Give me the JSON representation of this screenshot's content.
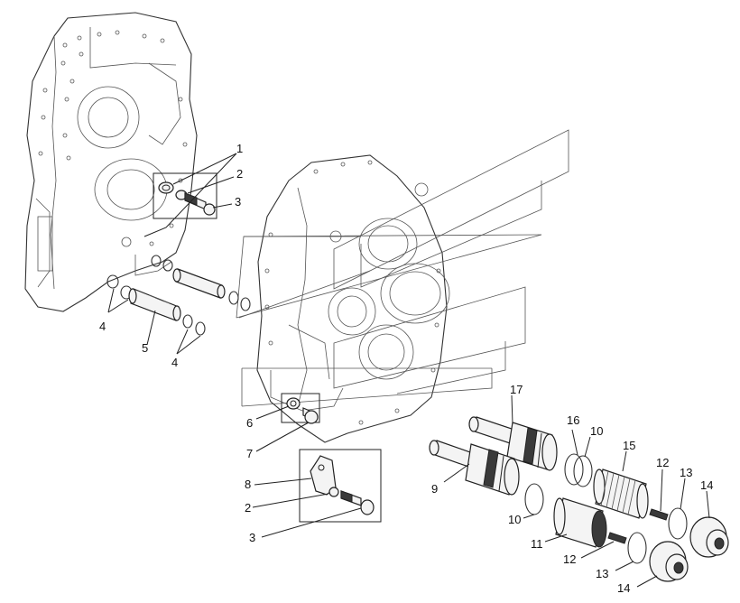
{
  "diagram": {
    "callouts": [
      {
        "id": "c1",
        "text": "1"
      },
      {
        "id": "c2a",
        "text": "2"
      },
      {
        "id": "c3a",
        "text": "3"
      },
      {
        "id": "c4a",
        "text": "4"
      },
      {
        "id": "c5",
        "text": "5"
      },
      {
        "id": "c4b",
        "text": "4"
      },
      {
        "id": "c6",
        "text": "6"
      },
      {
        "id": "c7",
        "text": "7"
      },
      {
        "id": "c8",
        "text": "8"
      },
      {
        "id": "c2b",
        "text": "2"
      },
      {
        "id": "c3b",
        "text": "3"
      },
      {
        "id": "c17",
        "text": "17"
      },
      {
        "id": "c16",
        "text": "16"
      },
      {
        "id": "c10a",
        "text": "10"
      },
      {
        "id": "c15",
        "text": "15"
      },
      {
        "id": "c9",
        "text": "9"
      },
      {
        "id": "c12a",
        "text": "12"
      },
      {
        "id": "c13a",
        "text": "13"
      },
      {
        "id": "c14a",
        "text": "14"
      },
      {
        "id": "c10b",
        "text": "10"
      },
      {
        "id": "c11",
        "text": "11"
      },
      {
        "id": "c12b",
        "text": "12"
      },
      {
        "id": "c13b",
        "text": "13"
      },
      {
        "id": "c14b",
        "text": "14"
      }
    ]
  }
}
